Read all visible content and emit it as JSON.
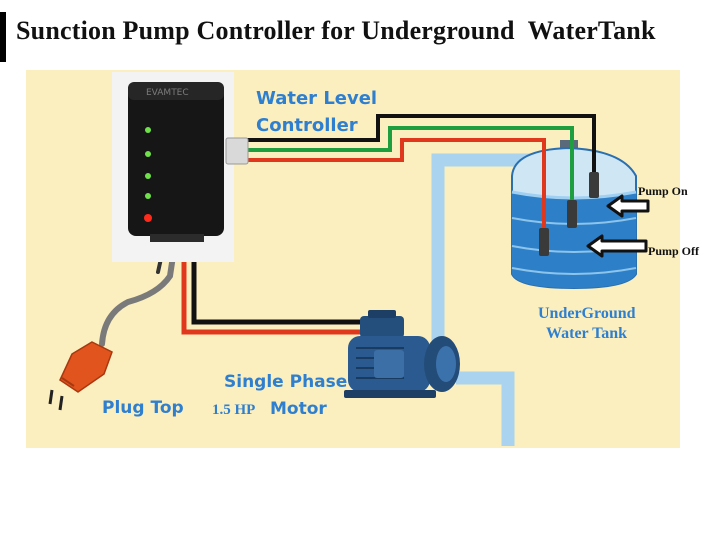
{
  "title": "Sunction Pump Controller for Underground  WaterTank",
  "device_brand": "EVAMTEC",
  "labels": {
    "controller_line1": "Water Level",
    "controller_line2": "Controller",
    "pump_on": "Pump On",
    "pump_off": "Pump Off",
    "tank_line1": "UnderGround",
    "tank_line2": "Water Tank",
    "motor_line1": "Single Phase",
    "motor_line2_prefix": "1.5 HP",
    "motor_line2_suffix": "Motor",
    "plug": "Plug Top"
  },
  "colors": {
    "panel_bg": "#fbefbf",
    "label_blue": "#2f7fd0",
    "wire_black": "#111111",
    "wire_green": "#1e9e3e",
    "wire_red": "#e0381c",
    "pipe_blue": "#a9d3ee",
    "water_blue": "#2d7fc7",
    "motor_blue": "#2a5a8f",
    "plug_orange": "#e2541e",
    "led_green": "#6fe24a",
    "led_red": "#ff2a1a"
  },
  "icons": [
    "arrow-left-icon",
    "plug-icon",
    "motor-icon",
    "tank-icon",
    "controller-icon"
  ]
}
